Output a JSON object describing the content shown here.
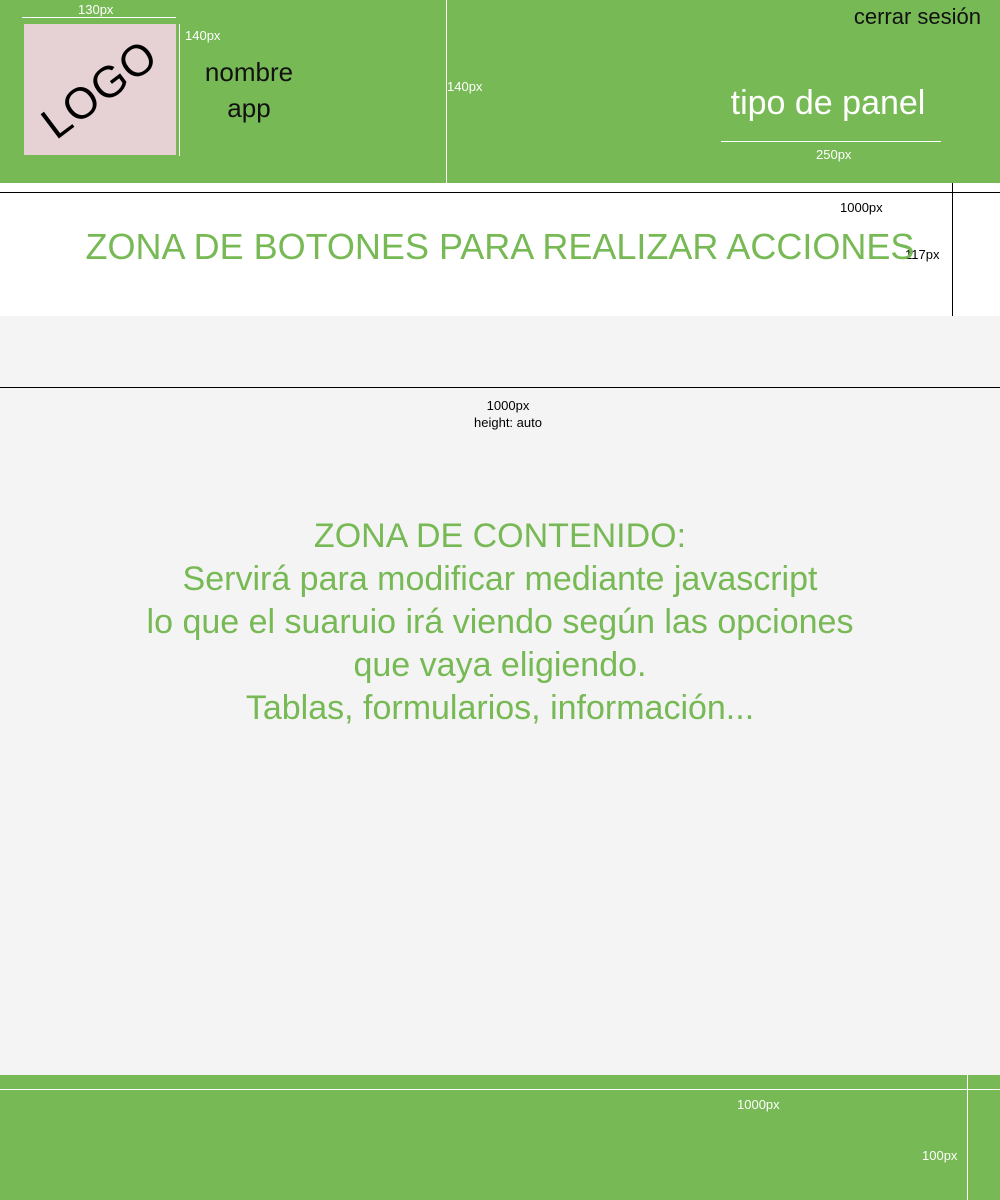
{
  "header": {
    "logo_text": "LOGO",
    "logo_width_label": "130px",
    "logo_height_label": "140px",
    "app_name_line1": "nombre",
    "app_name_line2": "app",
    "header_height_label": "140px",
    "logout_label": "cerrar sesión",
    "panel_type_label": "tipo de panel",
    "panel_width_label": "250px"
  },
  "actions_zone": {
    "width_label": "1000px",
    "height_label": "117px",
    "text": "ZONA DE BOTONES PARA REALIZAR ACCIONES"
  },
  "content_zone": {
    "width_label": "1000px",
    "height_label": "height: auto",
    "lines": [
      "ZONA DE CONTENIDO:",
      "Servirá para modificar mediante javascript",
      "lo que el suaruio irá viendo según las opciones",
      "que vaya eligiendo.",
      "Tablas, formularios, información..."
    ]
  },
  "footer": {
    "width_label": "1000px",
    "height_label": "100px"
  },
  "colors": {
    "brand_green": "#77b954",
    "logo_placeholder": "#e6d1d4",
    "content_background": "#f4f4f4"
  }
}
